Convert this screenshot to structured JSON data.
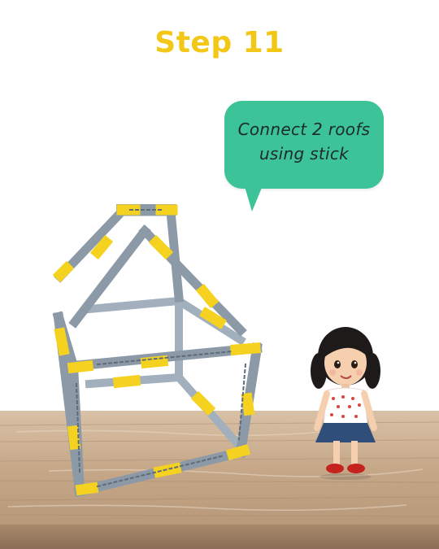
{
  "title": "Step 11",
  "instruction": {
    "line1": "Connect 2 roofs",
    "line2": "using stick"
  },
  "colors": {
    "title": "#f2c716",
    "bubble": "#3cc398",
    "stick_gray": "#8c9aa8",
    "connector_yellow": "#f5d21f",
    "table_wood": "#c9ad8f"
  },
  "icons": {
    "structure": "house-frame-illustration",
    "character": "girl-character-illustration",
    "surface": "wooden-table"
  }
}
